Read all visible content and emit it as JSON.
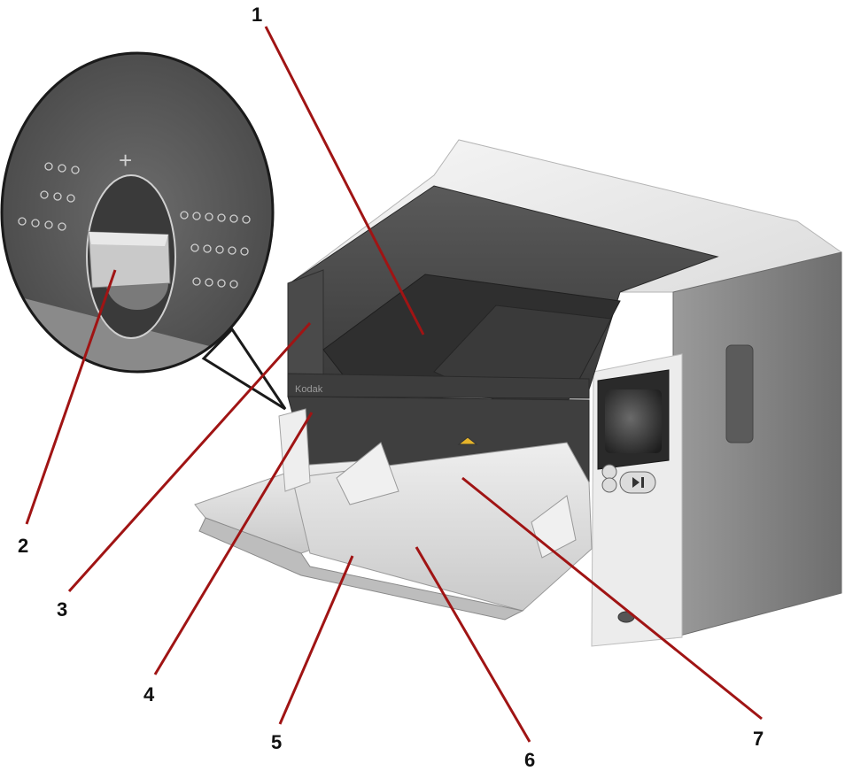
{
  "figure": {
    "callouts": [
      {
        "id": "callout-1",
        "number": "1"
      },
      {
        "id": "callout-2",
        "number": "2"
      },
      {
        "id": "callout-3",
        "number": "3"
      },
      {
        "id": "callout-4",
        "number": "4"
      },
      {
        "id": "callout-5",
        "number": "5"
      },
      {
        "id": "callout-6",
        "number": "6"
      },
      {
        "id": "callout-7",
        "number": "7"
      }
    ],
    "brand_mark": "Kodak",
    "zoom_plus_mark": "+",
    "leader_color": "#a01414"
  }
}
